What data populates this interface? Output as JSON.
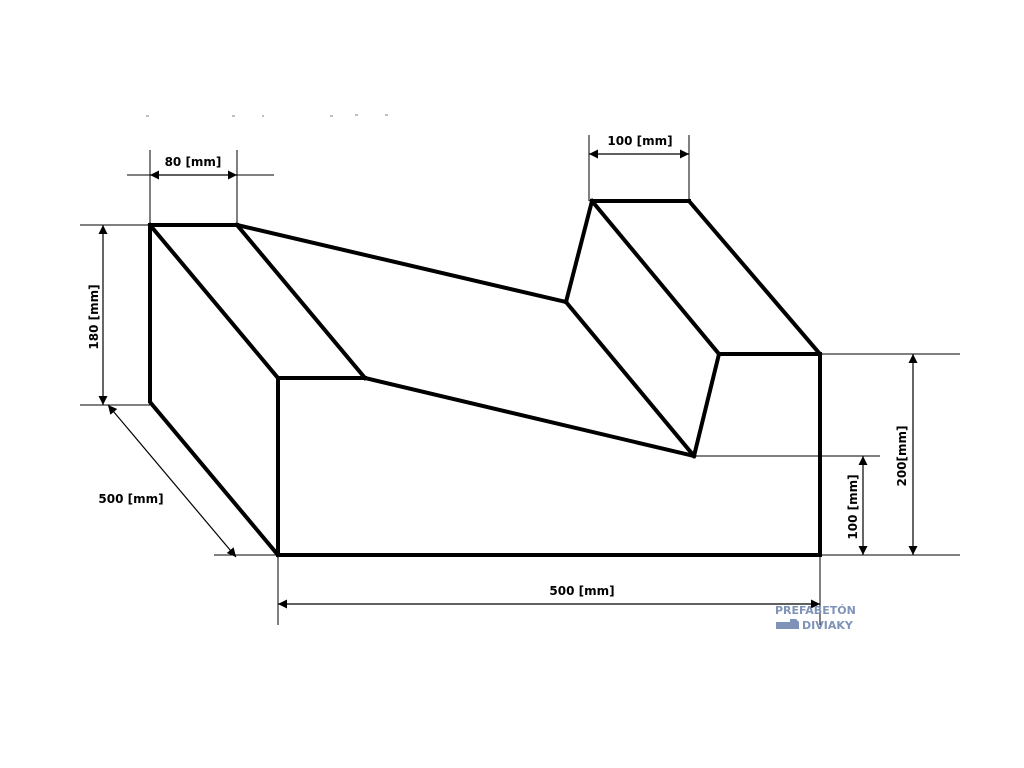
{
  "dimensions": {
    "top_left_width": "80 [mm]",
    "top_right_width": "100 [mm]",
    "left_height": "180 [mm]",
    "right_total_height": "200[mm]",
    "right_inner_height": "100 [mm]",
    "depth": "500 [mm]",
    "bottom_length": "500 [mm]"
  },
  "watermark": {
    "line1": "PREFABETÓN",
    "line2": "DIVIAKY",
    "color": "#7f93b8"
  },
  "colors": {
    "outline": "#000000",
    "background": "#ffffff"
  }
}
